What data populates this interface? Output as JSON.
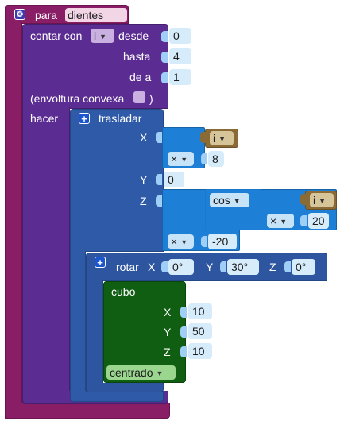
{
  "procedure": {
    "gear_icon": "gear-icon",
    "label": "para",
    "name": "dientes"
  },
  "loop": {
    "label": "contar con",
    "var": "i",
    "from_label": "desde",
    "from_value": "0",
    "to_label": "hasta",
    "to_value": "4",
    "step_label": "de a",
    "step_value": "1",
    "hull_label": "(envoltura convexa",
    "hull_close": ")",
    "do_label": "hacer"
  },
  "translate": {
    "plus_icon": "plus-icon",
    "label": "trasladar",
    "x_label": "X",
    "x_var": "i",
    "x_op": "×",
    "x_factor": "8",
    "y_label": "Y",
    "y_value": "0",
    "z_label": "Z",
    "z_func": "cos",
    "z_var": "i",
    "z_op1": "×",
    "z_factor": "20",
    "z_op2": "×",
    "z_offset": "-20"
  },
  "rotate": {
    "plus_icon": "plus-icon",
    "label": "rotar",
    "x_label": "X",
    "x_value": "0°",
    "y_label": "Y",
    "y_value": "30°",
    "z_label": "Z",
    "z_value": "0°"
  },
  "cube": {
    "label": "cubo",
    "x_label": "X",
    "x_value": "10",
    "y_label": "Y",
    "y_value": "50",
    "z_label": "Z",
    "z_value": "10",
    "center_label": "centrado"
  },
  "colors": {
    "procedure": "#8a1e66",
    "loop": "#5b2c91",
    "transform": "#2f5aa8",
    "math": "#1d7fd6",
    "shape": "#0f5e12",
    "variable": "#8a6a35"
  }
}
